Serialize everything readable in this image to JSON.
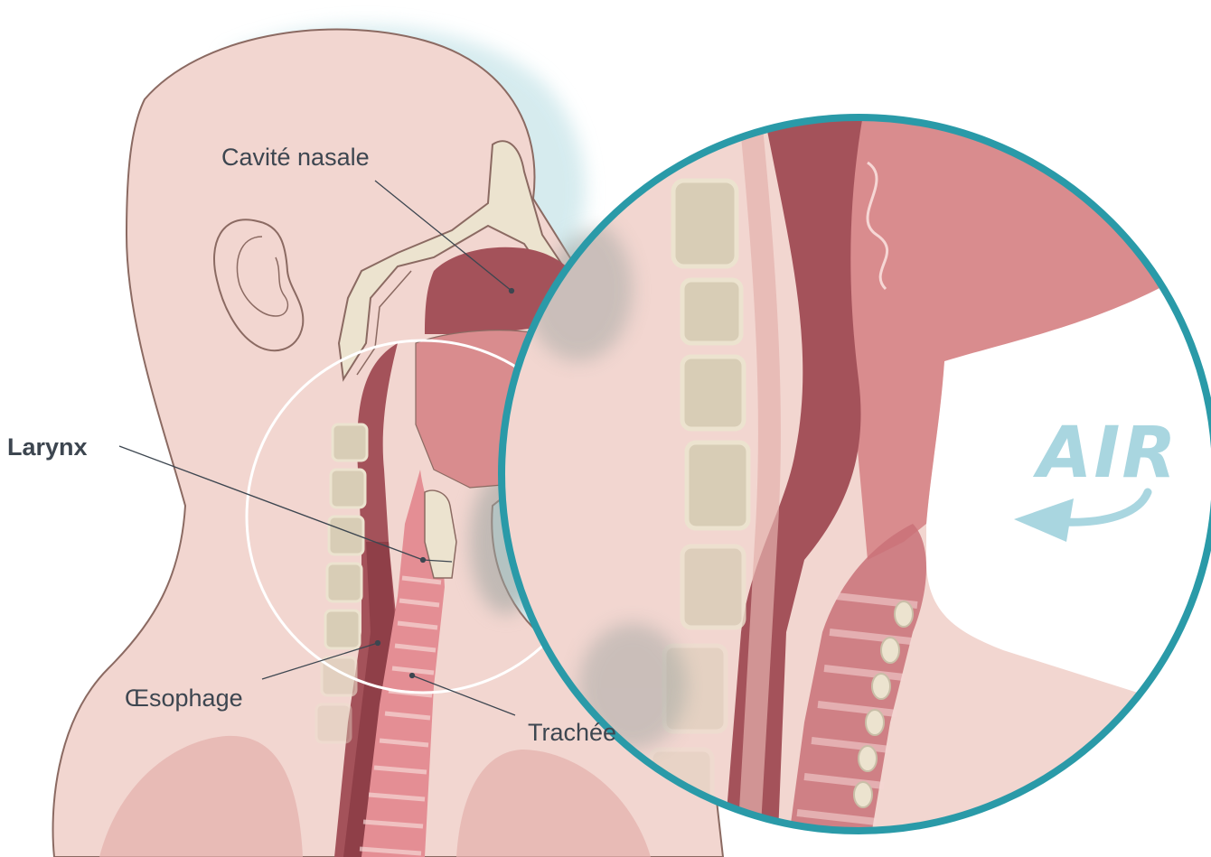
{
  "labels": {
    "nasal_cavity": "Cavité nasale",
    "larynx": "Larynx",
    "esophagus": "Œsophage",
    "trachea": "Trachée",
    "air": "AIR"
  },
  "colors": {
    "skin": "#f2d6d0",
    "skin_outline": "#8b6a62",
    "airway": "#a4525a",
    "mouth": "#d98c8e",
    "bone": "#ece3cf",
    "bone_fill": "#d8cdb6",
    "trachea": "#e48e94",
    "lung": "#e4b1ad",
    "zoom_ring": "#2a9aa8",
    "air_arrow": "#a9d6e0",
    "label_text": "#3d4650",
    "glow": "#cfe8ec"
  },
  "icons": {
    "air_arrow": "curved-arrow-left-icon"
  }
}
